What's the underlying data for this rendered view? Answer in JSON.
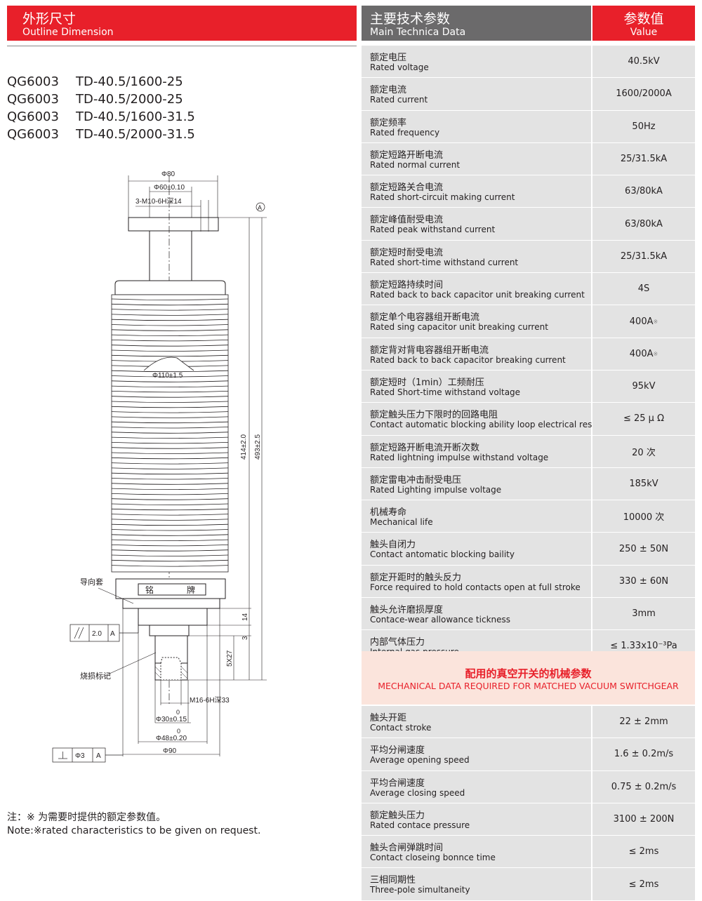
{
  "left_header": {
    "zh": "外形尺寸",
    "en": "Outline Dimension"
  },
  "models": [
    {
      "code": "QG6003",
      "type": "TD-40.5/1600-25"
    },
    {
      "code": "QG6003",
      "type": "TD-40.5/2000-25"
    },
    {
      "code": "QG6003",
      "type": "TD-40.5/1600-31.5"
    },
    {
      "code": "QG6003",
      "type": "TD-40.5/2000-31.5"
    }
  ],
  "drawing": {
    "d80": "Φ80",
    "d60": "Φ60±0.10",
    "m10": "3-M10-6H深14",
    "datum": "A",
    "d110": "Φ110±1.5",
    "h414": "414±2.0",
    "h493": "493±2.5",
    "nameplate_1": "铭",
    "nameplate_2": "牌",
    "guide": "导向套",
    "burn": "烧损标记",
    "par_tol": "2.0",
    "par_ref": "A",
    "perp_tol": "Φ3",
    "perp_ref": "A",
    "d14": "14",
    "d3": "3",
    "thread": "5X27",
    "m16": "M16-6H深33",
    "d30_zero": "0",
    "d30": "Φ30±0.15",
    "d48_zero": "0",
    "d48": "Φ48±0.20",
    "d90": "Φ90"
  },
  "note": {
    "zh": "注：※ 为需要时提供的额定参数值。",
    "en": "Note:※rated characteristics to be given on request."
  },
  "right_header": {
    "zh": "主要技术参数",
    "en": "Main Technica Data",
    "value_zh": "参数值",
    "value_en": "Value"
  },
  "tech_rows": [
    {
      "zh": "额定电压",
      "en": "Rated voltage",
      "value": "40.5kV"
    },
    {
      "zh": "额定电流",
      "en": "Rated current",
      "value": "1600/2000A"
    },
    {
      "zh": "额定频率",
      "en": "Rated frequency",
      "value": "50Hz"
    },
    {
      "zh": "额定短路开断电流",
      "en": "Rated normal current",
      "value": "25/31.5kA"
    },
    {
      "zh": "额定短路关合电流",
      "en": "Rated short-circuit making current",
      "value": "63/80kA"
    },
    {
      "zh": "额定峰值耐受电流",
      "en": "Rated peak withstand current",
      "value": "63/80kA"
    },
    {
      "zh": "额定短时耐受电流",
      "en": "Rated short-time withstand current",
      "value": "25/31.5kA"
    },
    {
      "zh": "额定短路持续时间",
      "en": "Rated back to back capacitor unit breaking current",
      "value": "4S"
    },
    {
      "zh": "额定单个电容器组开断电流",
      "en": "Rated sing capacitor unit breaking current",
      "value": "400A",
      "mark": "※"
    },
    {
      "zh": "额定背对背电容器组开断电流",
      "en": "Rated back to back capacitor breaking current",
      "value": "400A",
      "mark": "※"
    },
    {
      "zh": "额定短时（1min）工频耐压",
      "en": "Rated Short-time withstand voltage",
      "value": "95kV"
    },
    {
      "zh": "额定触头压力下限时的回路电阻",
      "en": "Contact automatic blocking ability loop electrical resistance",
      "value": "≤ 25 μ Ω"
    },
    {
      "zh": "额定短路开断电流开断次数",
      "en": "Rated lightning impulse withstand voltage",
      "value": "20 次"
    },
    {
      "zh": "额定雷电冲击耐受电压",
      "en": "Rated Lighting impulse  voltage",
      "value": "185kV"
    },
    {
      "zh": "机械寿命",
      "en": "Mechanical life",
      "value": "10000 次"
    },
    {
      "zh": "触头自闭力",
      "en": "Contact antomatic blocking baility",
      "value": "250 ± 50N"
    },
    {
      "zh": "额定开距时的触头反力",
      "en": "Force required to hold contacts open at full stroke",
      "value": "330 ± 60N"
    },
    {
      "zh": "触头允许磨损厚度",
      "en": "Contace-wear allowance tickness",
      "value": "3mm"
    },
    {
      "zh": "内部气体压力",
      "en": "Internal gas pressure",
      "value": "≤ 1.33x10⁻³Pa"
    }
  ],
  "mech_header": {
    "zh": "配用的真空开关的机械参数",
    "en": "MECHANICAL DATA REQUIRED FOR MATCHED VACUUM SWITCHGEAR"
  },
  "mech_rows": [
    {
      "zh": "触头开距",
      "en": "Contact stroke",
      "value": "22 ± 2mm"
    },
    {
      "zh": "平均分闸速度",
      "en": "Average opening speed",
      "value": "1.6 ± 0.2m/s"
    },
    {
      "zh": "平均合闸速度",
      "en": "Average closing speed",
      "value": "0.75 ± 0.2m/s"
    },
    {
      "zh": "额定触头压力",
      "en": "Rated contace pressure",
      "value": "3100 ± 200N"
    },
    {
      "zh": "触头合闸弹跳时间",
      "en": "Contact closeing bonnce time",
      "value": "≤ 2ms"
    },
    {
      "zh": "三相同期性",
      "en": "Three-pole simultaneity",
      "value": "≤ 2ms"
    }
  ]
}
